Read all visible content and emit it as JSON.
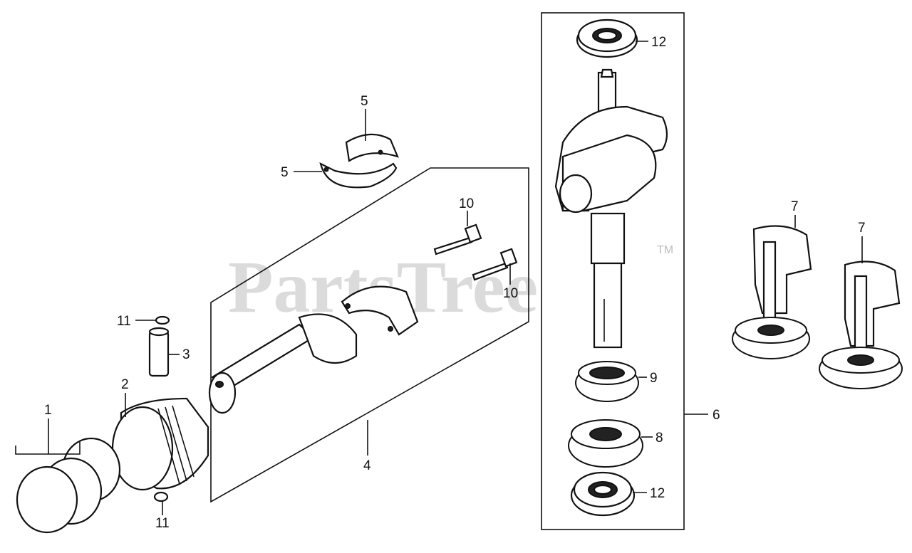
{
  "watermark": {
    "text": "PartsTree",
    "trademark": "TM"
  },
  "callouts": {
    "p1": "1",
    "p2": "2",
    "p3": "3",
    "p4": "4",
    "p5a": "5",
    "p5b": "5",
    "p6": "6",
    "p7a": "7",
    "p7b": "7",
    "p8": "8",
    "p9": "9",
    "p10a": "10",
    "p10b": "10",
    "p11a": "11",
    "p11b": "11",
    "p12a": "12",
    "p12b": "12"
  }
}
